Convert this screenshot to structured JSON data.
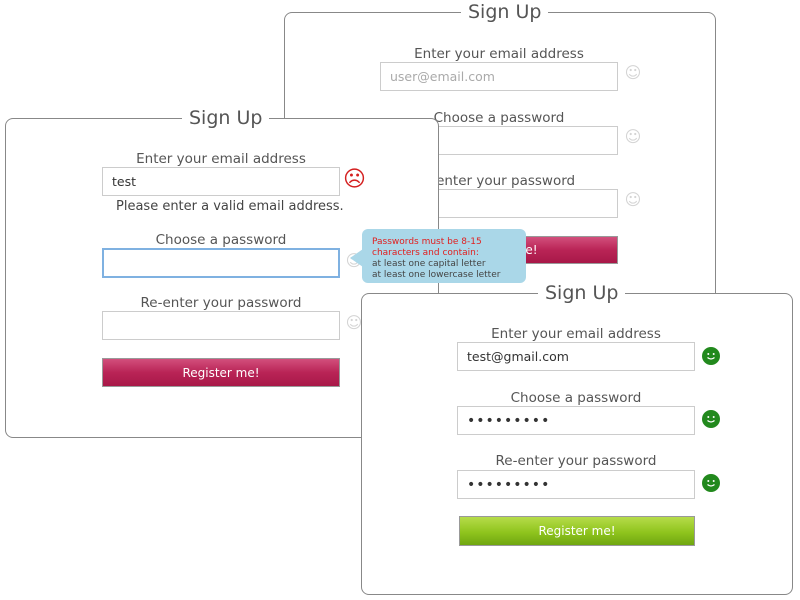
{
  "common": {
    "title": "Sign Up",
    "email_label": "Enter your email address",
    "password_label": "Choose a password",
    "reenter_label": "Re-enter your password",
    "register_label": "Register me!"
  },
  "back_form": {
    "email_placeholder": "user@email.com",
    "reenter_label_partial": "e-enter your password",
    "email_status_icon": "neutral-face-icon",
    "password_status_icon": "neutral-face-icon",
    "reenter_status_icon": "neutral-face-icon",
    "button_color": "#b92456"
  },
  "error_form": {
    "email_value": "test",
    "email_error": "Please enter a valid email address.",
    "email_status_icon": "sad-face-icon",
    "password_status_icon": "neutral-face-icon",
    "reenter_status_icon": "neutral-face-icon",
    "button_color": "#b92456",
    "error_color": "#d42020"
  },
  "tooltip": {
    "heading_lines": [
      "Passwords must be 8-15",
      "characters and contain:"
    ],
    "rules": [
      "at least one capital letter",
      "at least one lowercase letter"
    ],
    "background": "#aad7e8",
    "heading_color": "#e02020"
  },
  "success_form": {
    "email_value": "test@gmail.com",
    "password_value": "•••••••••",
    "reenter_value": "•••••••••",
    "email_status_icon": "smiley-face-icon",
    "password_status_icon": "smiley-face-icon",
    "reenter_status_icon": "smiley-face-icon",
    "button_color": "#8fc41d",
    "success_color": "#22891d"
  }
}
